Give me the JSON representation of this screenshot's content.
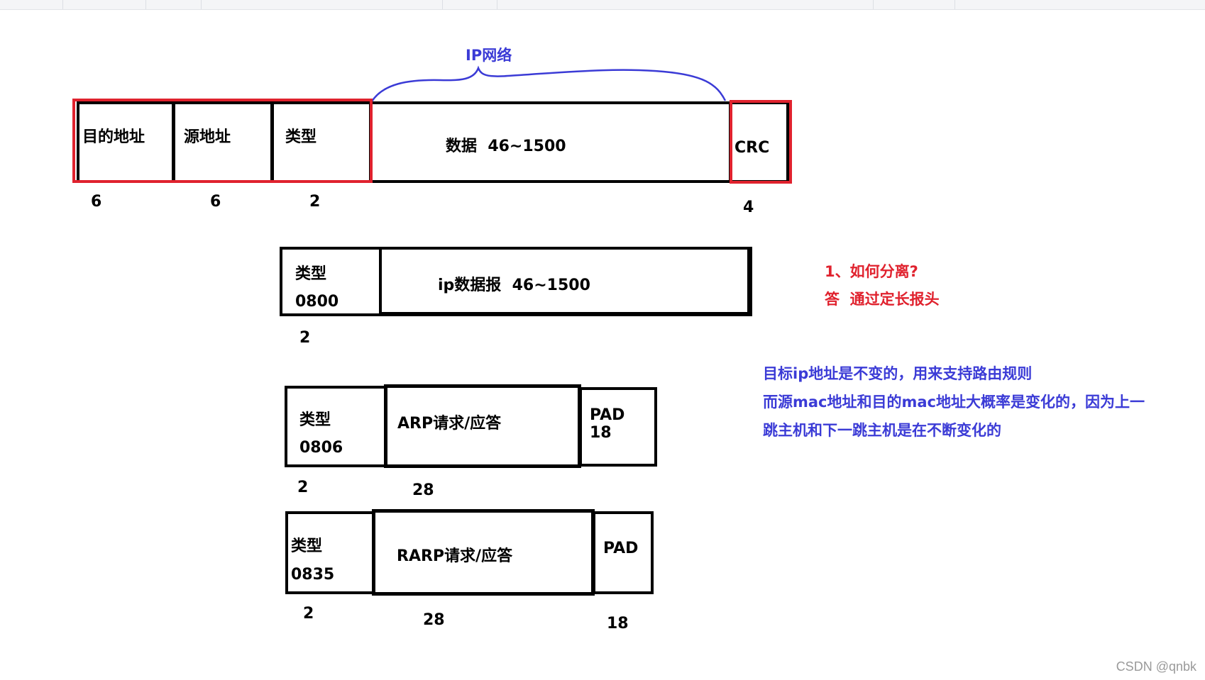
{
  "frame": {
    "fields": [
      {
        "name": "目的地址",
        "size": "6"
      },
      {
        "name": "源地址",
        "size": "6"
      },
      {
        "name": "类型",
        "size": "2"
      },
      {
        "name": "数据  46~1500",
        "size": ""
      },
      {
        "name": "CRC",
        "size": "4"
      }
    ],
    "brace_label": "IP网络"
  },
  "ip_frame": {
    "type_label": "类型",
    "type_code": "0800",
    "type_size": "2",
    "payload": "ip数据报  46~1500"
  },
  "arp_frame": {
    "type_label": "类型",
    "type_code": "0806",
    "type_size": "2",
    "payload": "ARP请求/应答",
    "payload_size": "28",
    "pad": "PAD",
    "pad_size": "18"
  },
  "rarp_frame": {
    "type_label": "类型",
    "type_code": "0835",
    "type_size": "2",
    "payload": "RARP请求/应答",
    "payload_size": "28",
    "pad": "PAD",
    "pad_size": "18"
  },
  "notes": {
    "question": "1、如何分离?",
    "answer": "答  通过定长报头",
    "blue_lines": [
      "目标ip地址是不变的，用来支持路由规则",
      "而源mac地址和目的mac地址大概率是变化的，因为上一",
      "跳主机和下一跳主机是在不断变化的"
    ]
  },
  "watermark": "CSDN @qnbk",
  "colors": {
    "red": "#e0222e",
    "blue": "#3b3bd6",
    "black": "#000000"
  }
}
